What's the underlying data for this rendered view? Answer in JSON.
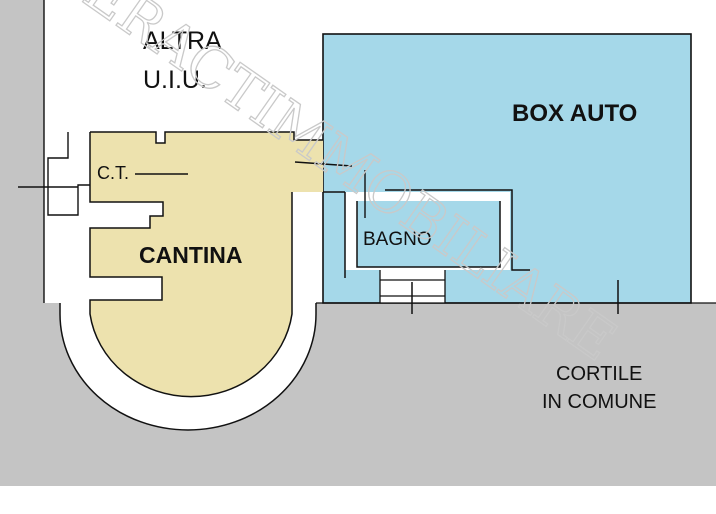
{
  "rooms": {
    "altra_uiu": {
      "line1": "ALTRA",
      "line2": "U.I.U."
    },
    "box_auto": "BOX AUTO",
    "ct": "C.T.",
    "cantina": "CANTINA",
    "bagno": "BAGNO",
    "cortile": {
      "line1": "CORTILE",
      "line2": "IN COMUNE"
    }
  },
  "watermark": "ERACTIMMOBILIARE",
  "colors": {
    "background": "#ffffff",
    "exterior_gray": "#c4c4c4",
    "box_auto_fill": "#a5d8e9",
    "cantina_fill": "#ede2ae",
    "wall": "#111111"
  }
}
